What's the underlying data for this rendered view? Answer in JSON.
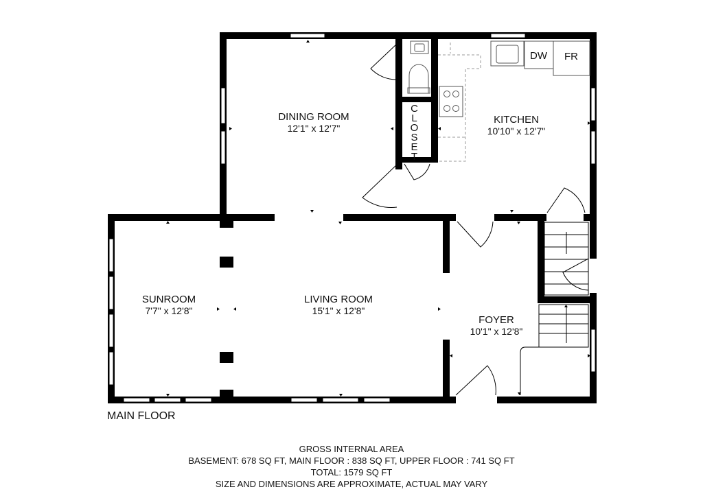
{
  "plan": {
    "floor_label": "MAIN FLOOR",
    "rooms": [
      {
        "id": "dining",
        "name": "DINING ROOM",
        "dims": "12'1\" x 12'7\""
      },
      {
        "id": "kitchen",
        "name": "KITCHEN",
        "dims": "10'10\" x 12'7\""
      },
      {
        "id": "sunroom",
        "name": "SUNROOM",
        "dims": "7'7\" x 12'8\""
      },
      {
        "id": "living",
        "name": "LIVING ROOM",
        "dims": "15'1\" x 12'8\""
      },
      {
        "id": "foyer",
        "name": "FOYER",
        "dims": "10'1\" x 12'8\""
      }
    ],
    "closet": "CLOSET",
    "appliances": {
      "dishwasher": "DW",
      "fridge": "FR"
    }
  },
  "footer": {
    "heading": "GROSS INTERNAL AREA",
    "breakdown": "BASEMENT: 678 SQ FT, MAIN FLOOR : 838 SQ FT, UPPER FLOOR : 741 SQ FT",
    "total": "TOTAL: 1579 SQ FT",
    "disclaimer": "SIZE AND DIMENSIONS ARE APPROXIMATE, ACTUAL MAY VARY"
  },
  "colors": {
    "wall": "#000000",
    "fixture": "#999999",
    "background": "#ffffff"
  }
}
